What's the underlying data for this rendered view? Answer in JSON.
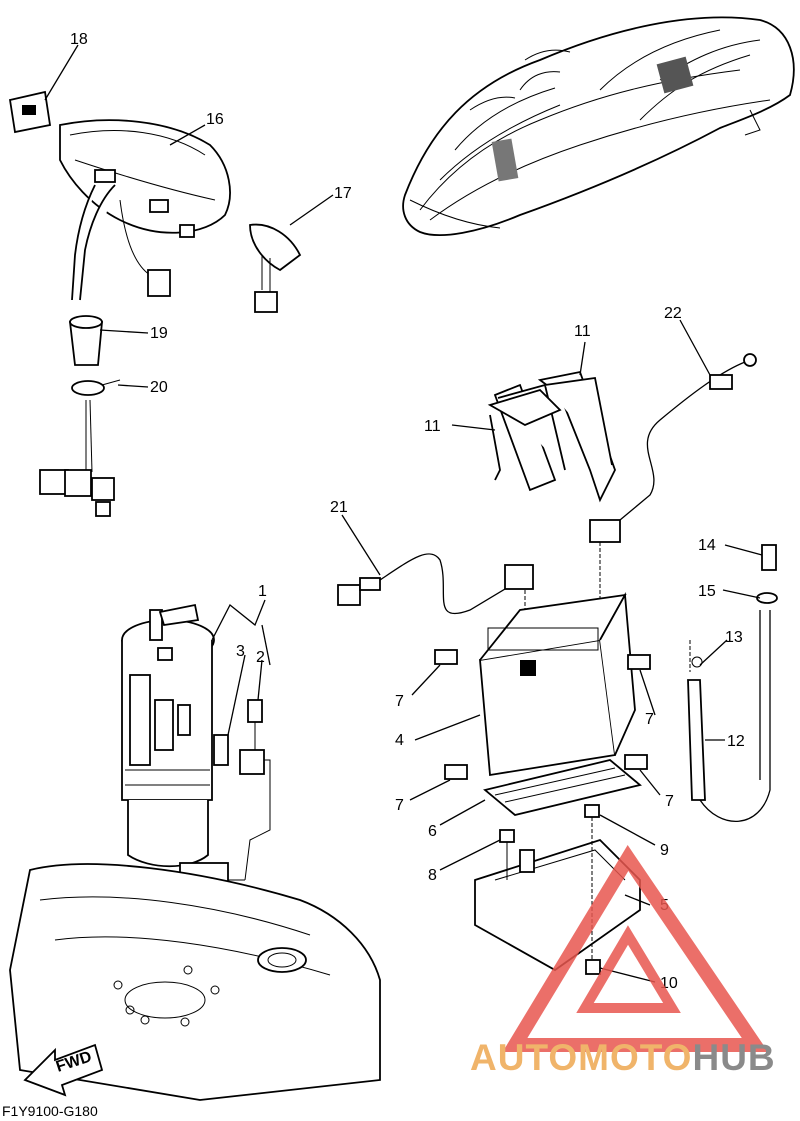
{
  "diagram": {
    "callouts": {
      "c1": "1",
      "c2": "2",
      "c3": "3",
      "c4": "4",
      "c5": "5",
      "c6": "6",
      "c7a": "7",
      "c7b": "7",
      "c7c": "7",
      "c7d": "7",
      "c8": "8",
      "c9": "9",
      "c10": "10",
      "c11a": "11",
      "c11b": "11",
      "c12": "12",
      "c13": "13",
      "c14": "14",
      "c15": "15",
      "c16": "16",
      "c17": "17",
      "c18": "18",
      "c19": "19",
      "c20": "20",
      "c21": "21",
      "c22": "22"
    },
    "fwd_label": "FWD",
    "diagram_code": "F1Y9100-G180"
  },
  "watermark": {
    "part1": "AUTOMOTO",
    "part2": "HUB",
    "color_primary": "#f0b46a",
    "color_secondary": "#8a8a8a",
    "logo_color": "#e8574f"
  }
}
